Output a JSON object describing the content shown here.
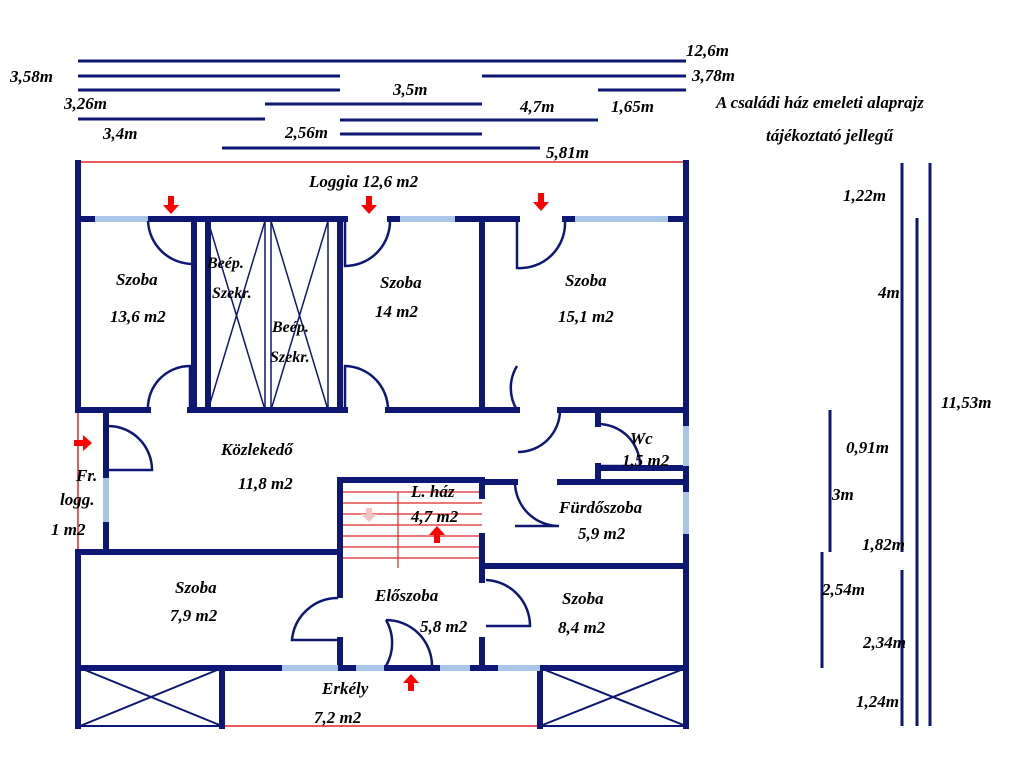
{
  "title": "A családi ház emeleti alaprajz",
  "subtitle": "tájékoztató jellegű",
  "colors": {
    "wall": "#0f1775",
    "window": "#a9c6e6",
    "guide": "#e1262b",
    "arrow": "#ff0000",
    "text": "#000000"
  },
  "dimensions": {
    "top": [
      "12,6m",
      "3,58m",
      "3,78m",
      "3,5m",
      "3,26m",
      "4,7m",
      "1,65m",
      "3,4m",
      "2,56m",
      "5,81m"
    ],
    "right": [
      "1,22m",
      "4m",
      "11,53m",
      "0,91m",
      "3m",
      "1,82m",
      "2,54m",
      "2,34m",
      "1,24m"
    ]
  },
  "rooms": {
    "loggia": "Loggia 12,6 m2",
    "szoba1_name": "Szoba",
    "szoba1_area": "13,6 m2",
    "beep1_a": "Beép.",
    "beep1_b": "Szekr.",
    "beep2_a": "Beép.",
    "beep2_b": "Szekr.",
    "szoba2_name": "Szoba",
    "szoba2_area": "14 m2",
    "szoba3_name": "Szoba",
    "szoba3_area": "15,1 m2",
    "wc_name": "Wc",
    "wc_area": "1,5 m2",
    "kozlekedo_name": "Közlekedő",
    "kozlekedo_area": "11,8 m2",
    "frlogg_a": "Fr.",
    "frlogg_b": "logg.",
    "frlogg_area": "1 m2",
    "lhaz_name": "L. ház",
    "lhaz_area": "4,7 m2",
    "furdo_name": "Fürdőszoba",
    "furdo_area": "5,9 m2",
    "szoba4_name": "Szoba",
    "szoba4_area": "7,9 m2",
    "eloszoba_name": "Előszoba",
    "eloszoba_area": "5,8 m2",
    "szoba5_name": "Szoba",
    "szoba5_area": "8,4 m2",
    "erkely_name": "Erkély",
    "erkely_area": "7,2 m2"
  }
}
